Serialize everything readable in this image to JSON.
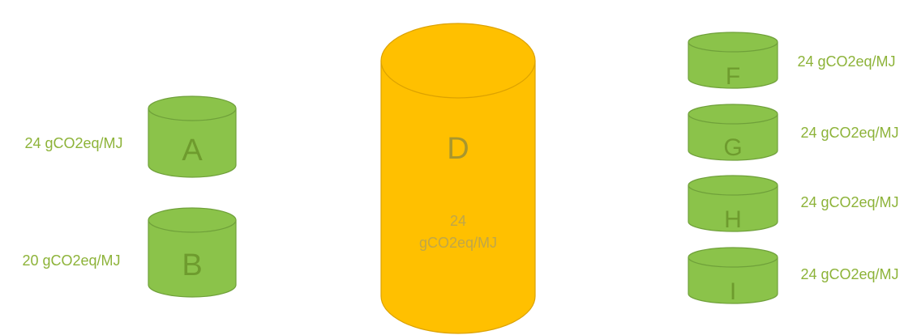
{
  "colors": {
    "green_fill": "#8BC34A",
    "green_stroke": "#6FA03A",
    "green_text": "#6E9B2E",
    "label_text": "#8DB339",
    "orange_fill": "#FFC000",
    "orange_stroke": "#DCA200",
    "orange_text": "#A8962E",
    "orange_value_text": "#BFA64A",
    "background": "#FFFFFF"
  },
  "containers": {
    "a": {
      "letter": "A",
      "value": "24 gCO2eq/MJ"
    },
    "b": {
      "letter": "B",
      "value": "20 gCO2eq/MJ"
    },
    "d": {
      "letter": "D",
      "value_line1": "24",
      "value_line2": "gCO2eq/MJ"
    },
    "f": {
      "letter": "F",
      "value": "24 gCO2eq/MJ"
    },
    "g": {
      "letter": "G",
      "value": "24 gCO2eq/MJ"
    },
    "h": {
      "letter": "H",
      "value": "24 gCO2eq/MJ"
    },
    "i": {
      "letter": "I",
      "value": "24 gCO2eq/MJ"
    }
  }
}
